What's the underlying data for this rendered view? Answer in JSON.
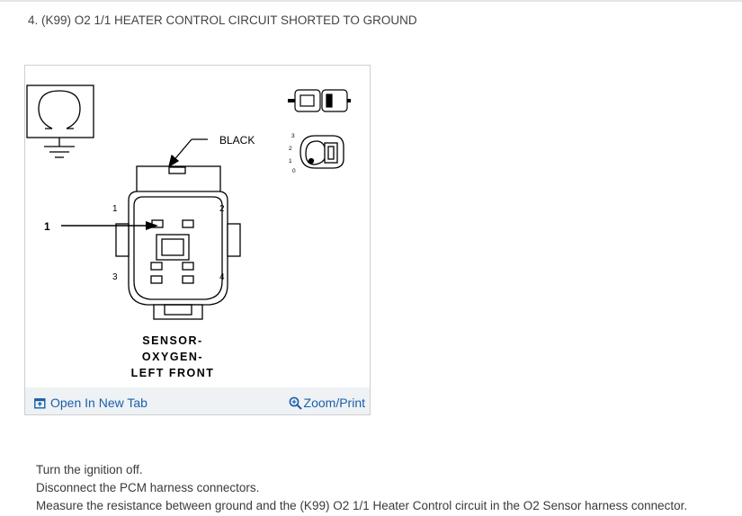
{
  "step": {
    "title": "4. (K99) O2 1/1 HEATER CONTROL CIRCUIT SHORTED TO GROUND"
  },
  "figure": {
    "callout_color_label": "BLACK",
    "callout_number": "1",
    "pins": [
      "1",
      "2",
      "3",
      "4"
    ],
    "ignition_positions": [
      "3",
      "2",
      "1",
      "0"
    ],
    "connector_name_lines": [
      "SENSOR-",
      "OXYGEN-",
      "LEFT FRONT"
    ],
    "open_new_tab_label": "Open In New Tab",
    "zoom_print_label": "Zoom/Print",
    "link_color": "#1a5fa8"
  },
  "instructions": {
    "lines": [
      "Turn the ignition off.",
      "Disconnect the PCM harness connectors.",
      "Measure the resistance between ground and the (K99) O2 1/1 Heater Control circuit in the O2 Sensor harness connector."
    ]
  }
}
